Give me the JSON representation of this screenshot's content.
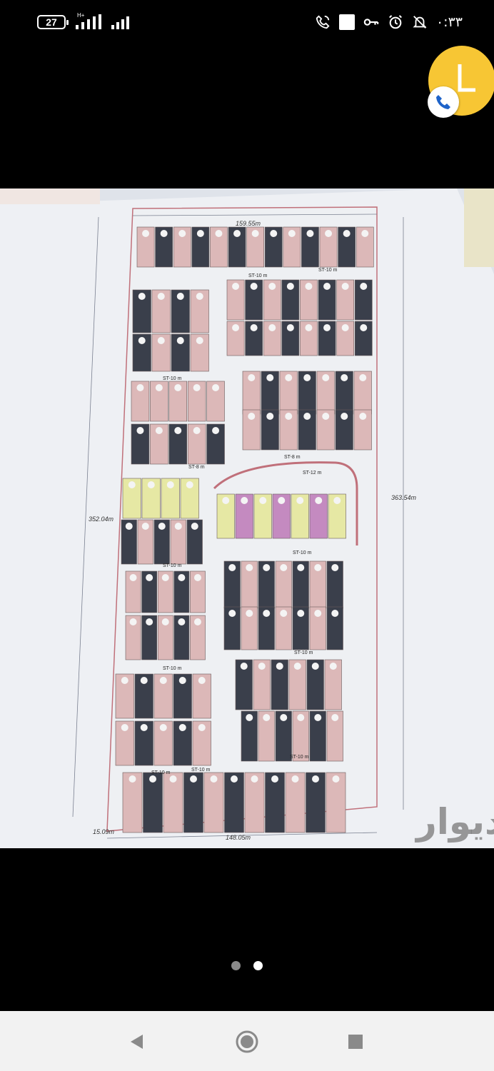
{
  "status_bar": {
    "battery_level": "27",
    "network_type": "H+",
    "time": "۰:۳۳",
    "icons": [
      "battery-icon",
      "signal-icon",
      "signal-icon",
      "call-active-icon",
      "stop-icon",
      "key-icon",
      "alarm-icon",
      "mute-icon"
    ]
  },
  "floating_call": {
    "icon": "phone-icon",
    "color": "#f7c634"
  },
  "photo": {
    "description_icon": "site-plan-image",
    "dimensions": {
      "top": "159.55m",
      "left": "352.04m",
      "right": "363.54m",
      "bottom": "148.05m",
      "corner": "15.09m"
    },
    "streets": {
      "st10": "ST-10 m",
      "st12": "ST-12 m",
      "st8": "ST-8 m"
    },
    "watermark": "دیوار"
  },
  "pager": {
    "pages": 2,
    "current": 2
  },
  "navigation": {
    "back": "back-icon",
    "home": "home-icon",
    "recent": "recent-apps-icon"
  }
}
